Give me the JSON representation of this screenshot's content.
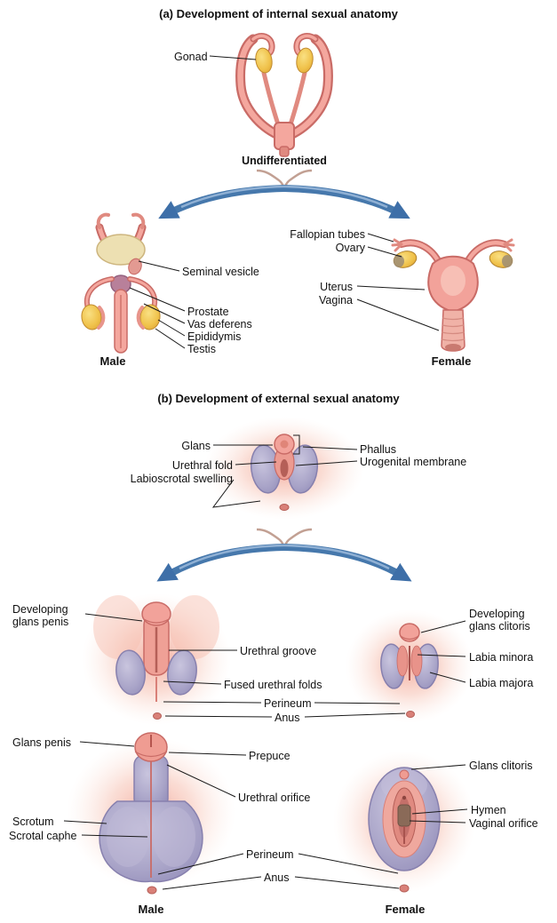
{
  "section_a": {
    "title": "(a) Development of internal sexual anatomy",
    "gonad": "Gonad",
    "undifferentiated": "Undifferentiated",
    "seminal_vesicle": "Seminal vesicle",
    "prostate": "Prostate",
    "vas_deferens": "Vas deferens",
    "epididymis": "Epididymis",
    "testis": "Testis",
    "fallopian_tubes": "Fallopian tubes",
    "ovary": "Ovary",
    "uterus": "Uterus",
    "vagina": "Vagina",
    "male_caption": "Male",
    "female_caption": "Female"
  },
  "section_b": {
    "title": "(b) Development of external sexual anatomy",
    "glans": "Glans",
    "urethral_fold": "Urethral fold",
    "labioscrotal_swelling": "Labioscrotal swelling",
    "phallus": "Phallus",
    "urogenital_membrane": "Urogenital membrane",
    "developing_glans_penis": "Developing glans penis",
    "urethral_groove": "Urethral groove",
    "fused_urethral_folds": "Fused urethral folds",
    "perineum_mid": "Perineum",
    "anus_mid": "Anus",
    "developing_glans_clitoris": "Developing glans clitoris",
    "labia_minora": "Labia minora",
    "labia_majora": "Labia majora",
    "glans_penis": "Glans penis",
    "prepuce": "Prepuce",
    "urethral_orifice": "Urethral orifice",
    "scrotum": "Scrotum",
    "scrotal_caphe": "Scrotal caphe",
    "perineum_bottom": "Perineum",
    "anus_bottom": "Anus",
    "glans_clitoris": "Glans clitoris",
    "hymen": "Hymen",
    "vaginal_orifice": "Vaginal orifice",
    "male_caption": "Male",
    "female_caption": "Female"
  },
  "palette": {
    "tissue_pink": "#F2A29A",
    "tissue_pink_dark": "#C96B66",
    "swelling_purple": "#A9A4C8",
    "gonad_yellow": "#F0C24B",
    "arrow_blue": "#4678AC",
    "line_black": "#1a1a1a"
  }
}
